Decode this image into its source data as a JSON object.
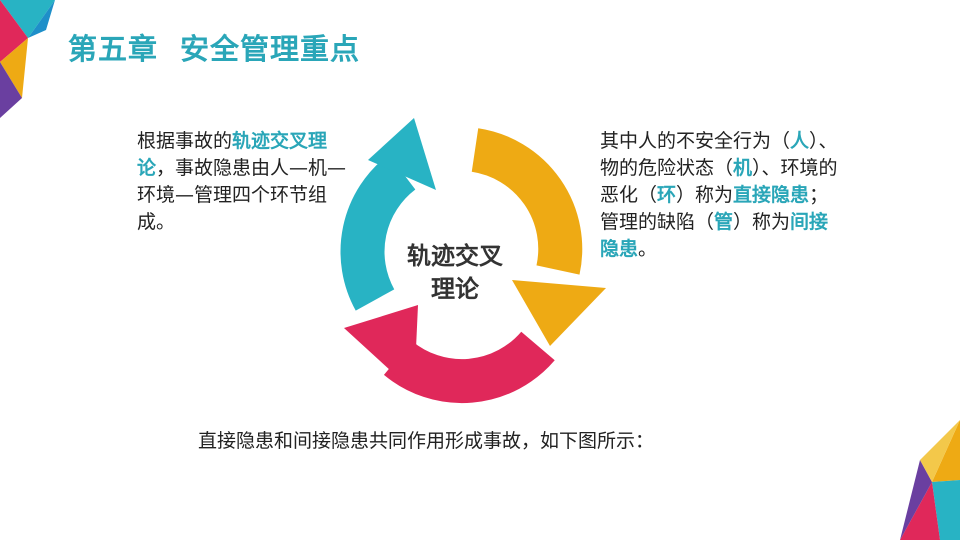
{
  "title": {
    "chapter": "第五章",
    "topic": "安全管理重点"
  },
  "left_text": {
    "p1": "根据事故的",
    "hl1": "轨迹交叉理论",
    "p2": "，事故隐患由人—机—环境—管理四个环节组成。"
  },
  "diagram": {
    "center_label_line1": "轨迹交叉",
    "center_label_line2": "理论",
    "colors": {
      "teal": "#28b3c4",
      "gold": "#eeaa14",
      "crimson": "#e0285a"
    }
  },
  "right_text": {
    "p1": "其中人的不安全行为（",
    "hl_ren": "人",
    "p2": "）、物的危险状态（",
    "hl_ji": "机",
    "p3": "）、环境的恶化（",
    "hl_huan": "环",
    "p4": "）称为",
    "hl_direct": "直接隐患",
    "p5": "；管理的缺陷（",
    "hl_guan": "管",
    "p6": "）称为",
    "hl_indirect": "间接隐患",
    "p7": "。"
  },
  "bottom_text": "直接隐患和间接隐患共同作用形成事故，如下图所示："
}
